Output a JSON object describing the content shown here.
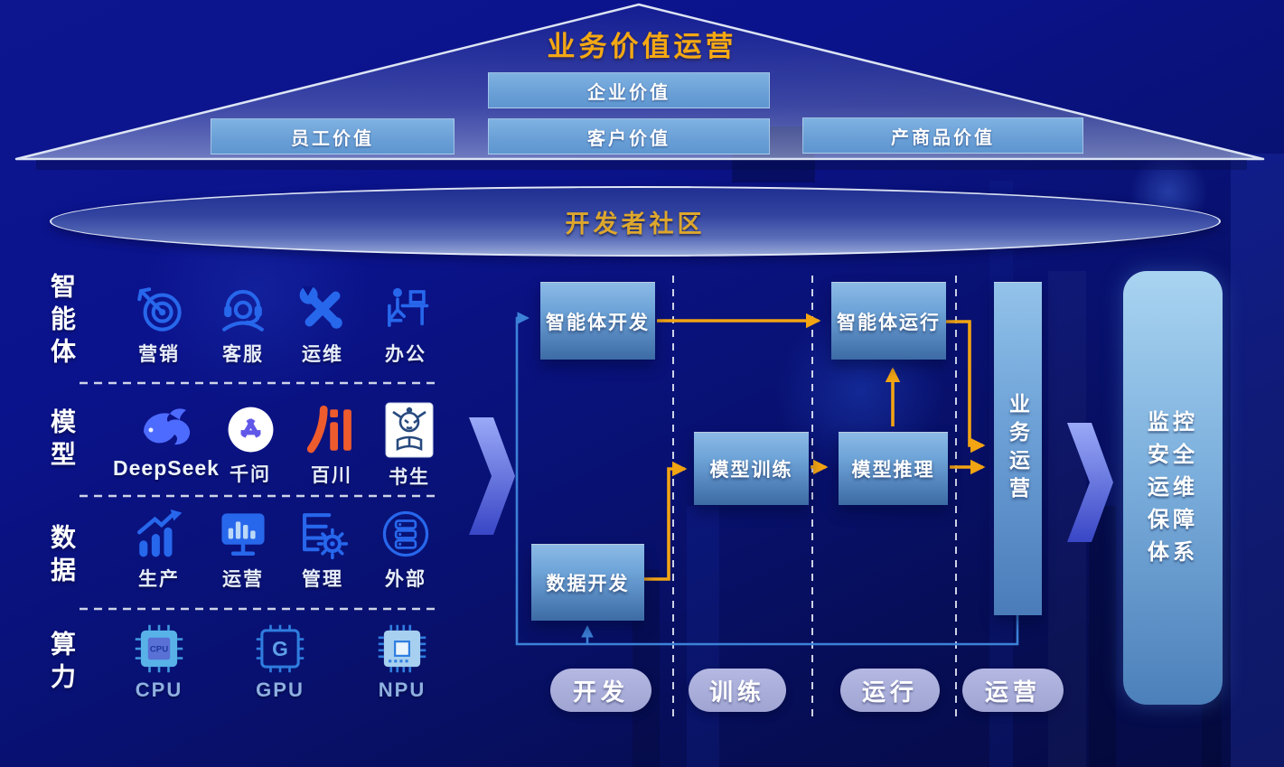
{
  "roof": {
    "title": "业务价值运营",
    "boxes": [
      {
        "label": "企业价值"
      },
      {
        "label": "员工价值"
      },
      {
        "label": "客户价值"
      },
      {
        "label": "产商品价值"
      }
    ]
  },
  "community": {
    "label": "开发者社区"
  },
  "left_panel": {
    "rows": [
      {
        "category": "智能体",
        "items": [
          {
            "label": "营销",
            "icon": "target-dart-icon"
          },
          {
            "label": "客服",
            "icon": "headset-icon"
          },
          {
            "label": "运维",
            "icon": "crossed-tools-icon"
          },
          {
            "label": "办公",
            "icon": "workstation-icon"
          }
        ]
      },
      {
        "category": "模型",
        "items": [
          {
            "label": "DeepSeek",
            "icon": "deepseek-whale-logo"
          },
          {
            "label": "千问",
            "icon": "qwen-knot-logo"
          },
          {
            "label": "百川",
            "icon": "baichuan-logo"
          },
          {
            "label": "书生",
            "icon": "shusheng-scholar-logo"
          }
        ]
      },
      {
        "category": "数据",
        "items": [
          {
            "label": "生产",
            "icon": "growth-chart-icon"
          },
          {
            "label": "运营",
            "icon": "monitor-chart-icon"
          },
          {
            "label": "管理",
            "icon": "list-gear-icon"
          },
          {
            "label": "外部",
            "icon": "database-circle-icon"
          }
        ]
      },
      {
        "category": "算力",
        "items": [
          {
            "label": "CPU",
            "icon": "cpu-chip-icon",
            "chip_text": "CPU"
          },
          {
            "label": "GPU",
            "icon": "gpu-chip-icon",
            "chip_text": "G"
          },
          {
            "label": "NPU",
            "icon": "npu-chip-icon"
          }
        ]
      }
    ]
  },
  "flow": {
    "boxes": {
      "agent_dev": "智能体开发",
      "agent_run": "智能体运行",
      "model_train": "模型训练",
      "model_infer": "模型推理",
      "data_dev": "数据开发",
      "biz_ops": "业务运营"
    },
    "stages": [
      "开发",
      "训练",
      "运行",
      "运营"
    ]
  },
  "right_panel": {
    "label": "监控安全运维保障体系",
    "lines": [
      "监控",
      "安全",
      "运维",
      "保障",
      "体系"
    ]
  },
  "colors": {
    "background_blue": "#0b138c",
    "arrow_orange": "#f2a413",
    "loop_blue": "#3c82d8",
    "flow_box_top": "#8cbae6",
    "flow_box_bottom": "#3d6ba5",
    "value_box_blue": "#6fa5d9",
    "pill_lavender": "#a9aed8",
    "title_gold": "#f5a813",
    "icon_blue": "#2767ec",
    "deepseek_blue": "#4d6bfe",
    "qwen_purple": "#6157e8",
    "baichuan_orange": "#ee5b2d"
  }
}
